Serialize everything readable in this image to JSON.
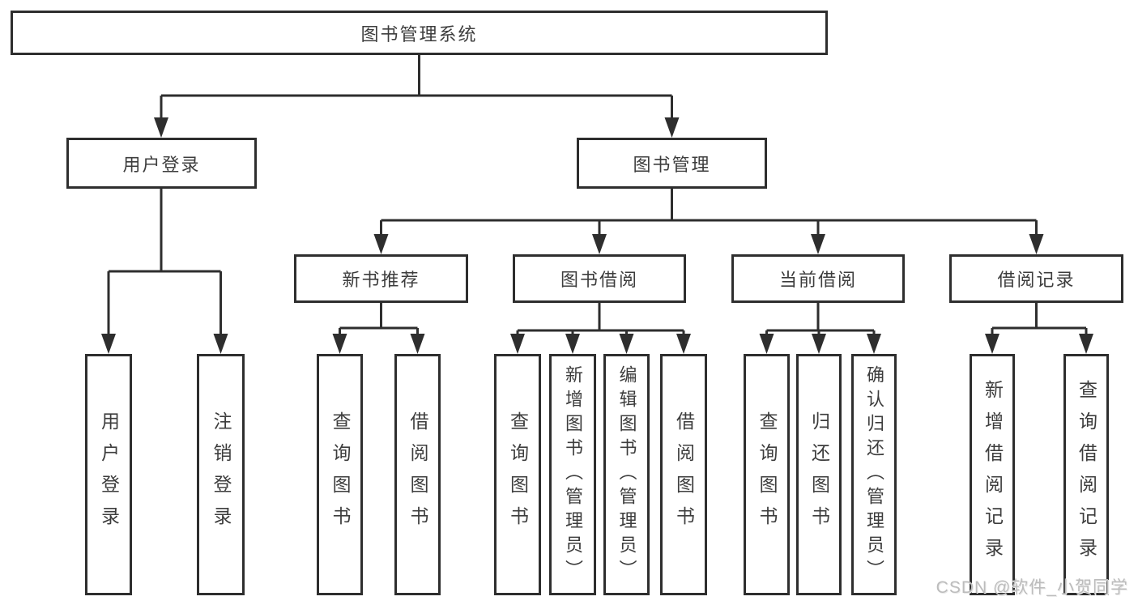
{
  "diagram": {
    "root": {
      "label": "图书管理系统"
    },
    "branches": [
      {
        "label": "用户登录",
        "children": [
          {
            "label": "用户登录"
          },
          {
            "label": "注销登录"
          }
        ]
      },
      {
        "label": "图书管理",
        "children": [
          {
            "label": "新书推荐",
            "children": [
              {
                "label": "查询图书"
              },
              {
                "label": "借阅图书"
              }
            ]
          },
          {
            "label": "图书借阅",
            "children": [
              {
                "label": "查询图书"
              },
              {
                "label": "新增图书（管理员）"
              },
              {
                "label": "编辑图书（管理员）"
              },
              {
                "label": "借阅图书"
              }
            ]
          },
          {
            "label": "当前借阅",
            "children": [
              {
                "label": "查询图书"
              },
              {
                "label": "归还图书"
              },
              {
                "label": "确认归还（管理员）"
              }
            ]
          },
          {
            "label": "借阅记录",
            "children": [
              {
                "label": "新增借阅记录"
              },
              {
                "label": "查询借阅记录"
              }
            ]
          }
        ]
      }
    ]
  },
  "watermark": {
    "text": "CSDN @软件_小贺同学"
  },
  "colors": {
    "line": "#2e2e2e",
    "box_border": "#2e2e2e",
    "text": "#3d3d3d",
    "background": "#ffffff",
    "watermark": "#bcbcbc"
  }
}
